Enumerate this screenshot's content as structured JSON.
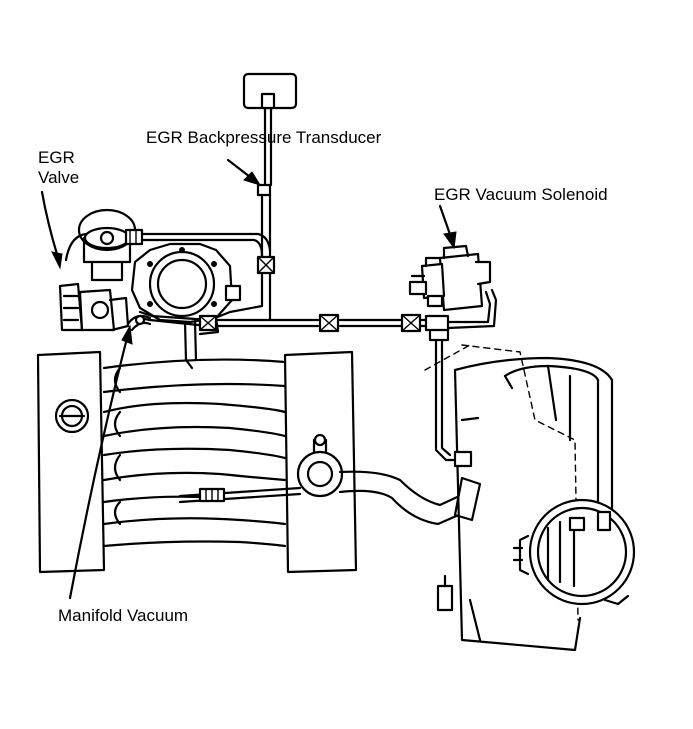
{
  "labels": {
    "egr_valve_line1": "EGR",
    "egr_valve_line2": "Valve",
    "backpressure_transducer": "EGR Backpressure Transducer",
    "vacuum_solenoid": "EGR Vacuum Solenoid",
    "manifold_vacuum": "Manifold Vacuum"
  }
}
